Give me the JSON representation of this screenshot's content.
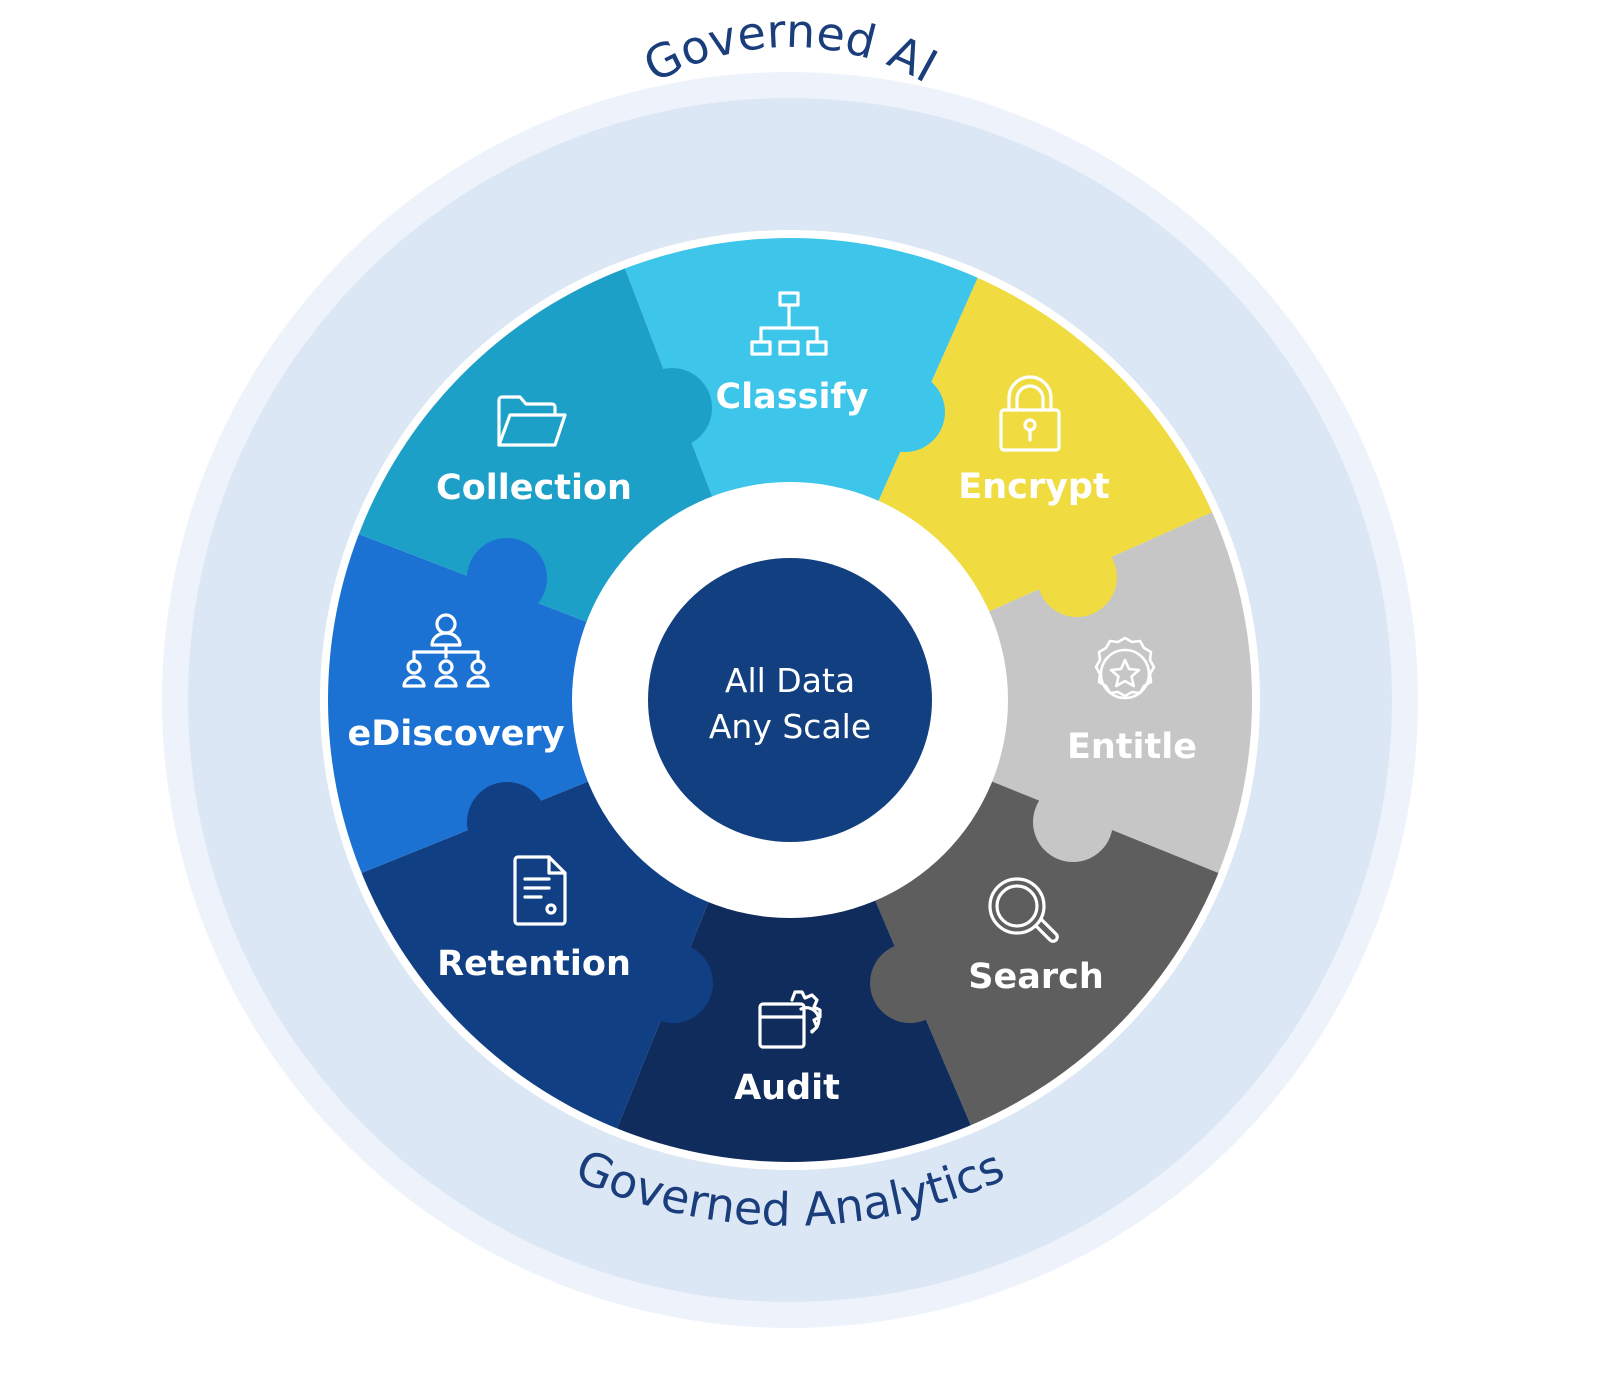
{
  "diagram": {
    "outer_ring": {
      "top_label": "Governed AI",
      "bottom_label": "Governed Analytics",
      "color": "#dce7f5",
      "halo_color": "#eef3fb",
      "text_color": "#1a3d7c"
    },
    "center": {
      "line1": "All Data",
      "line2": "Any Scale",
      "color": "#123f80"
    },
    "segments": [
      {
        "id": "classify",
        "label": "Classify",
        "icon": "org-chart-icon",
        "color": "#3ec5ea"
      },
      {
        "id": "encrypt",
        "label": "Encrypt",
        "icon": "padlock-icon",
        "color": "#f0dc40"
      },
      {
        "id": "entitle",
        "label": "Entitle",
        "icon": "badge-star-icon",
        "color": "#c6c6c6"
      },
      {
        "id": "search",
        "label": "Search",
        "icon": "magnifier-icon",
        "color": "#5e5e5e"
      },
      {
        "id": "audit",
        "label": "Audit",
        "icon": "window-gear-icon",
        "color": "#0f2c5c"
      },
      {
        "id": "retention",
        "label": "Retention",
        "icon": "document-icon",
        "color": "#103f84"
      },
      {
        "id": "ediscovery",
        "label": "eDiscovery",
        "icon": "people-hierarchy-icon",
        "color": "#1b72d3"
      },
      {
        "id": "collection",
        "label": "Collection",
        "icon": "open-folder-icon",
        "color": "#1da0c8"
      }
    ]
  }
}
